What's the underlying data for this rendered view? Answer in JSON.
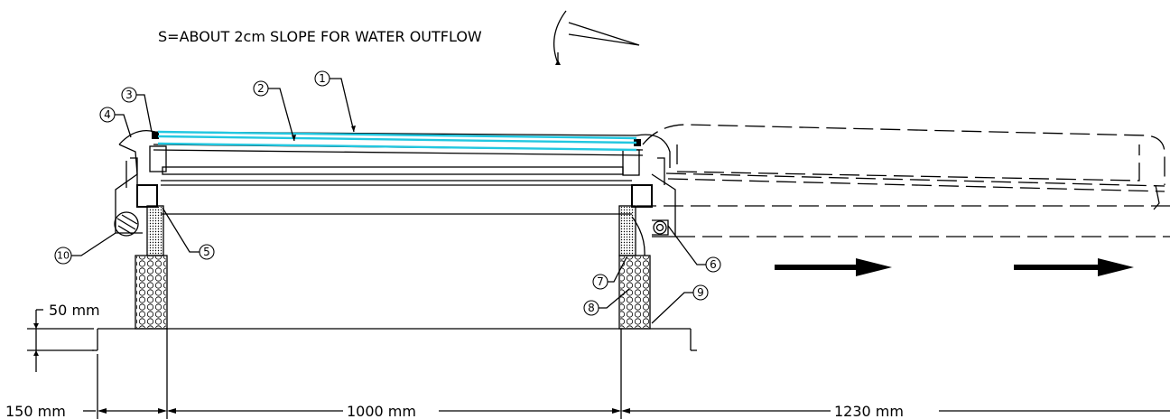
{
  "note": "S=ABOUT 2cm SLOPE FOR WATER OUTFLOW",
  "dimensions": {
    "curb_height": "50 mm",
    "left_margin": "150 mm",
    "opening": "1000 mm",
    "extension": "1230 mm"
  },
  "callouts": [
    "1",
    "2",
    "3",
    "4",
    "5",
    "6",
    "7",
    "8",
    "9",
    "10"
  ],
  "colors": {
    "glass": "#22c7e0",
    "line": "#000000"
  },
  "arrows": {
    "count": 2,
    "direction": "right"
  }
}
